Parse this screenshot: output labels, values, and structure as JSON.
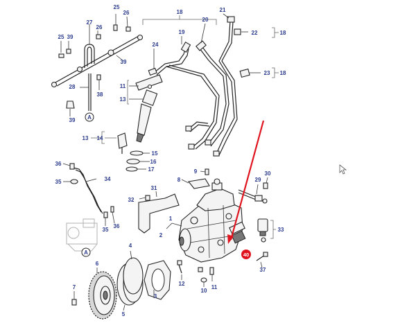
{
  "labels": {
    "l1": "1",
    "l2": "2",
    "l3": "3",
    "l4": "4",
    "l5": "5",
    "l6": "6",
    "l7": "7",
    "l8": "8",
    "l9": "9",
    "l10": "10",
    "l11a": "11",
    "l11b": "11",
    "l12": "12",
    "l13a": "13",
    "l13b": "13",
    "l14": "14",
    "l15": "15",
    "l16": "16",
    "l17": "17",
    "l18a": "18",
    "l18b": "18",
    "l18c": "18",
    "l19": "19",
    "l20": "20",
    "l21": "21",
    "l22": "22",
    "l23": "23",
    "l24": "24",
    "l25a": "25",
    "l25b": "25",
    "l26a": "26",
    "l26b": "26",
    "l27": "27",
    "l28": "28",
    "l29": "29",
    "l30": "30",
    "l31": "31",
    "l32": "32",
    "l33": "33",
    "l34": "34",
    "l35a": "35",
    "l35b": "35",
    "l36a": "36",
    "l36b": "36",
    "l37": "37",
    "l38": "38",
    "l39a": "39",
    "l39b": "39",
    "callout_a1": "A",
    "callout_a2": "A"
  },
  "highlight": {
    "label": "40",
    "color": "#e0141e"
  },
  "colors": {
    "label": "#2a3a8c",
    "line": "#222222",
    "accent": "#e0141e"
  },
  "icons": {
    "cursor": "mouse-pointer-icon"
  }
}
